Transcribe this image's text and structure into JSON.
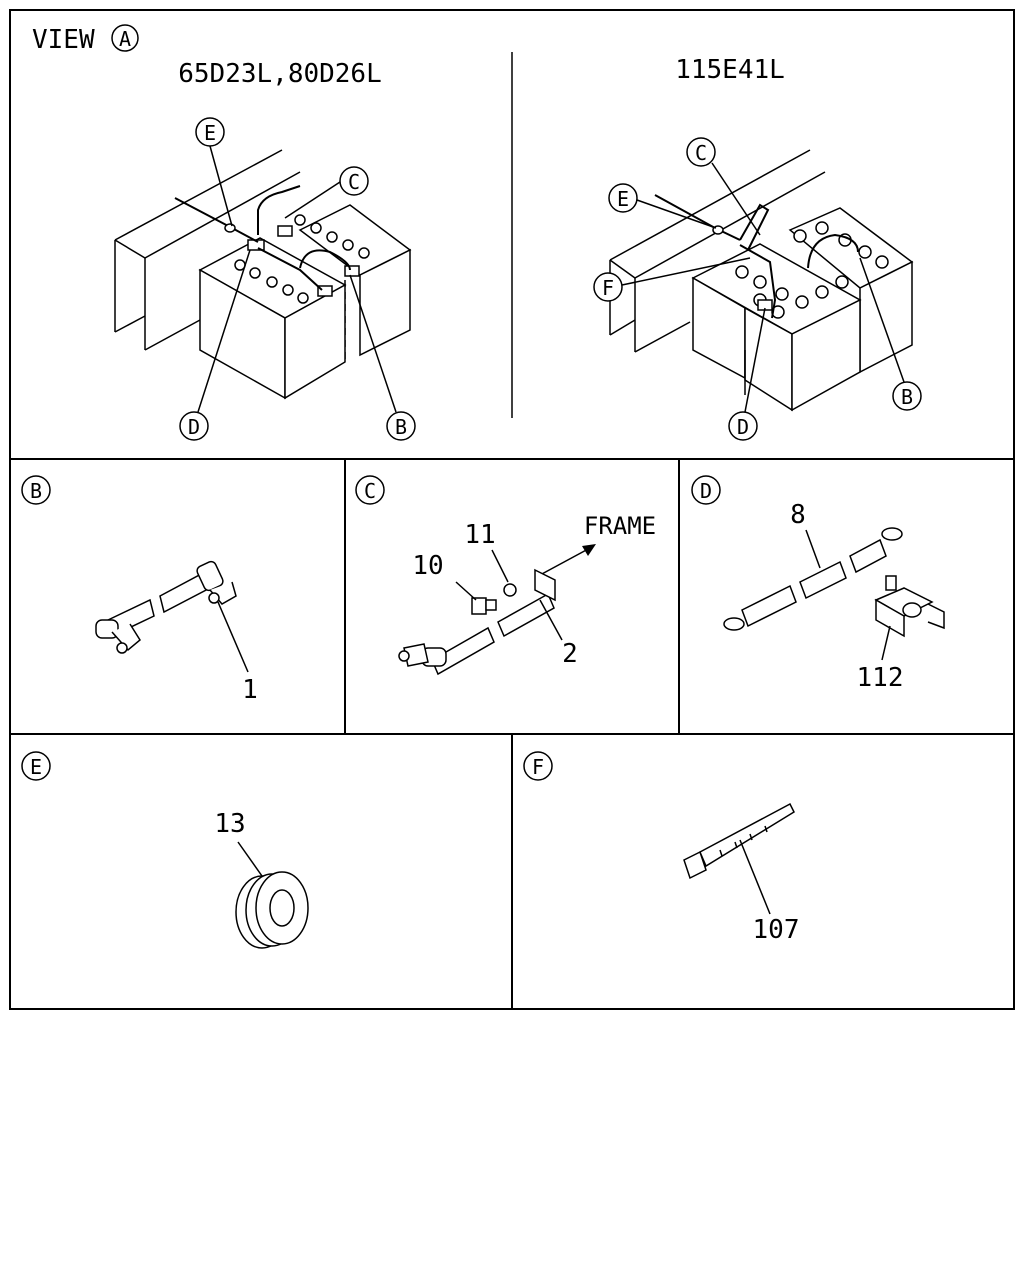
{
  "view_title": "VIEW",
  "view_letter": "A",
  "variant_left": "65D23L,80D26L",
  "variant_right": "115E41L",
  "callouts_left": {
    "e": "E",
    "c": "C",
    "d": "D",
    "b": "B"
  },
  "callouts_right": {
    "c": "C",
    "e": "E",
    "f": "F",
    "d": "D",
    "b": "B"
  },
  "panels": {
    "b": {
      "letter": "B",
      "parts": [
        "1"
      ]
    },
    "c": {
      "letter": "C",
      "parts": [
        "10",
        "11",
        "2"
      ],
      "frame_label": "FRAME"
    },
    "d": {
      "letter": "D",
      "parts": [
        "8",
        "112"
      ]
    },
    "e": {
      "letter": "E",
      "parts": [
        "13"
      ]
    },
    "f": {
      "letter": "F",
      "parts": [
        "107"
      ]
    }
  }
}
